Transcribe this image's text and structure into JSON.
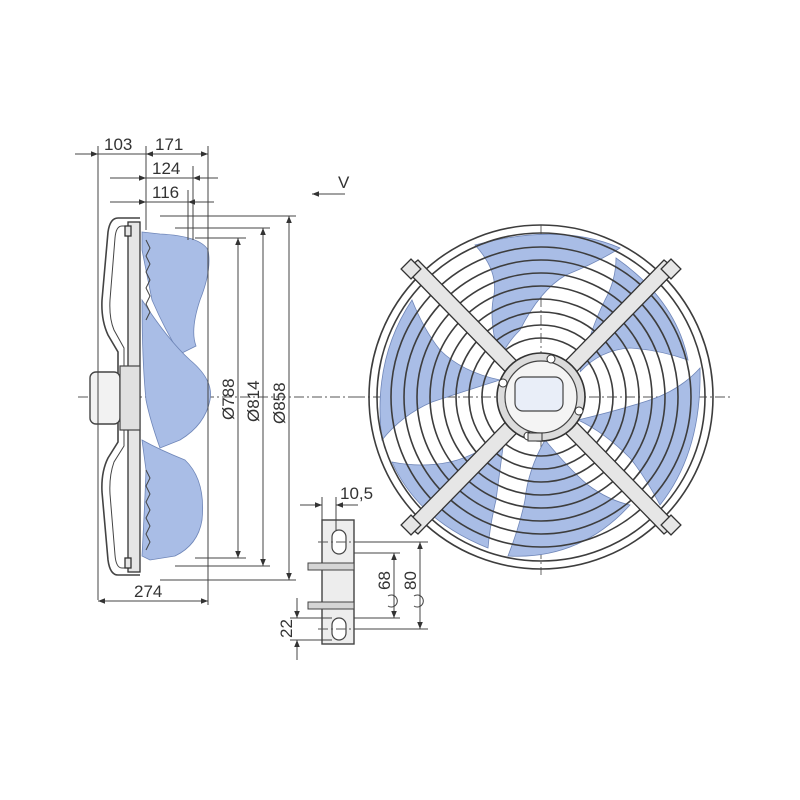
{
  "diagram": {
    "dimensions": {
      "top_width_1": "103",
      "top_width_2": "171",
      "top_width_3": "124",
      "top_width_4": "116",
      "bottom_width": "274",
      "dia_inner": "Ø788",
      "dia_mid": "Ø814",
      "dia_outer": "Ø858",
      "bracket_offset": "10,5",
      "bracket_slot": "68",
      "bracket_span": "80",
      "bracket_slot_width": "22"
    },
    "airflow_label": "V",
    "colors": {
      "blade": "#a9bde6",
      "line": "#444444"
    }
  }
}
